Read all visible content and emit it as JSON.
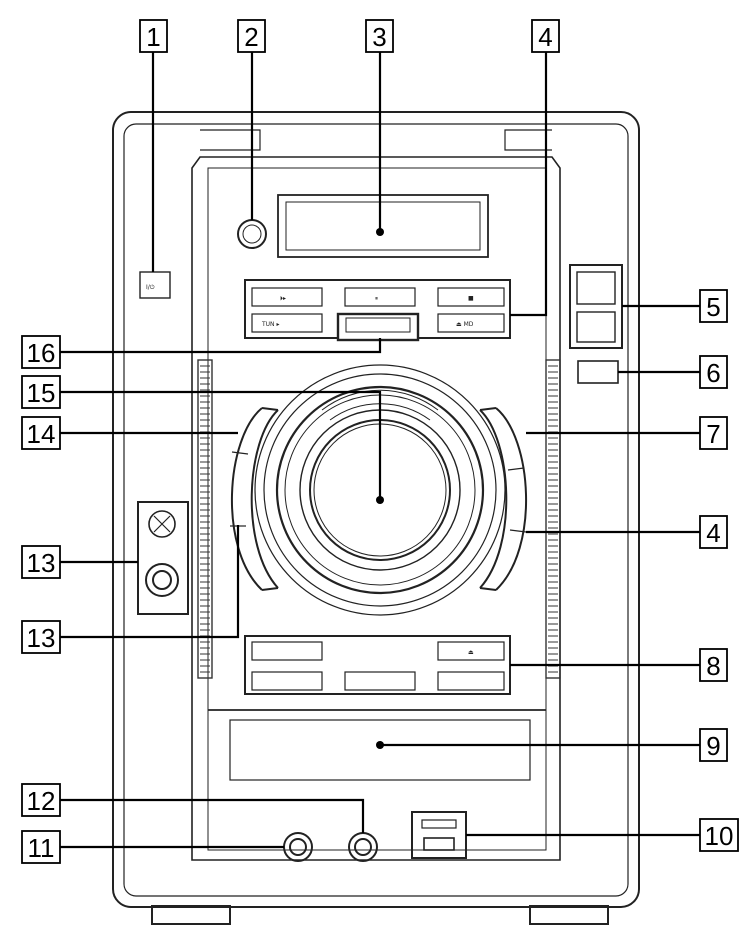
{
  "diagram": {
    "callouts": [
      {
        "id": "1",
        "label": "1"
      },
      {
        "id": "2",
        "label": "2"
      },
      {
        "id": "3",
        "label": "3"
      },
      {
        "id": "4",
        "label": "4"
      },
      {
        "id": "5",
        "label": "5"
      },
      {
        "id": "6",
        "label": "6"
      },
      {
        "id": "7",
        "label": "7"
      },
      {
        "id": "8",
        "label": "8"
      },
      {
        "id": "9",
        "label": "9"
      },
      {
        "id": "10",
        "label": "10"
      },
      {
        "id": "11",
        "label": "11"
      },
      {
        "id": "12",
        "label": "12"
      },
      {
        "id": "13",
        "label": "13"
      },
      {
        "id": "14",
        "label": "14"
      },
      {
        "id": "15",
        "label": "15"
      },
      {
        "id": "16",
        "label": "16"
      }
    ],
    "device": {
      "power_label": "I/⏻",
      "play_label": "⏵▸",
      "pause_label": "⏸",
      "stop_label": "■",
      "tuner_label": "TUN ▸",
      "band_label": "⏏ MD",
      "open_label": "⏏"
    }
  }
}
